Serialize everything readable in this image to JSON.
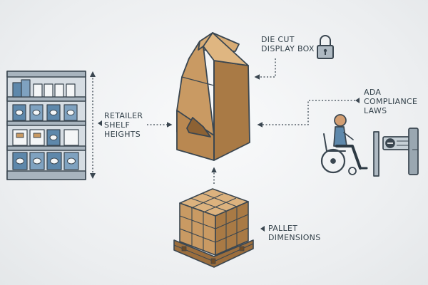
{
  "labels": {
    "die_cut": [
      "DIE CUT",
      "DISPLAY BOX"
    ],
    "ada": [
      "ADA",
      "COMPLIANCE",
      "LAWS"
    ],
    "shelf": [
      "RETAILER",
      "SHELF",
      "HEIGHTS"
    ],
    "pallet": [
      "PALLET",
      "DIMENSIONS"
    ]
  },
  "icons": {
    "center": "die-cut-display-box",
    "lock": "padlock-icon",
    "shelf": "retail-shelf-unit",
    "wheelchair": "wheelchair-user-icon",
    "gate": "accessible-gate-icon",
    "pallet": "pallet-of-boxes"
  },
  "colors": {
    "cardboard": "#c99a63",
    "cardboard_dark": "#a97a45",
    "outline": "#3a4650",
    "shelf_blue": "#5e88ab",
    "arrow": "#3a4650"
  }
}
